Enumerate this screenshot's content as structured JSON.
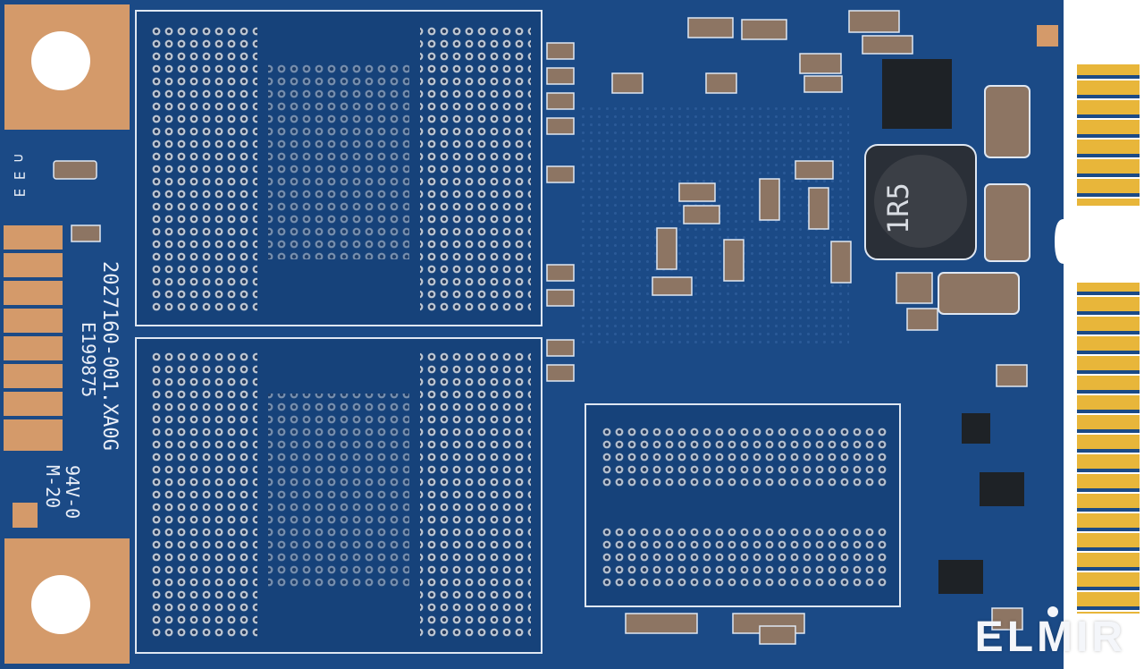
{
  "board": {
    "colors": {
      "pcb": "#1b4a86",
      "pcb_dark": "#163e74",
      "copper": "#d49a6a",
      "gold": "#e8b63a",
      "silkscreen": "#e9eef7",
      "via": "#b9c4d3"
    },
    "part_number": "2027160-001.XA0G",
    "ul_code": "E199875",
    "flammability": "94V-0",
    "mark": "M-20",
    "inductor_label": "1R5",
    "edge_mark": "∩ ∃ ∃"
  },
  "watermark": {
    "text": "ELMIR"
  }
}
